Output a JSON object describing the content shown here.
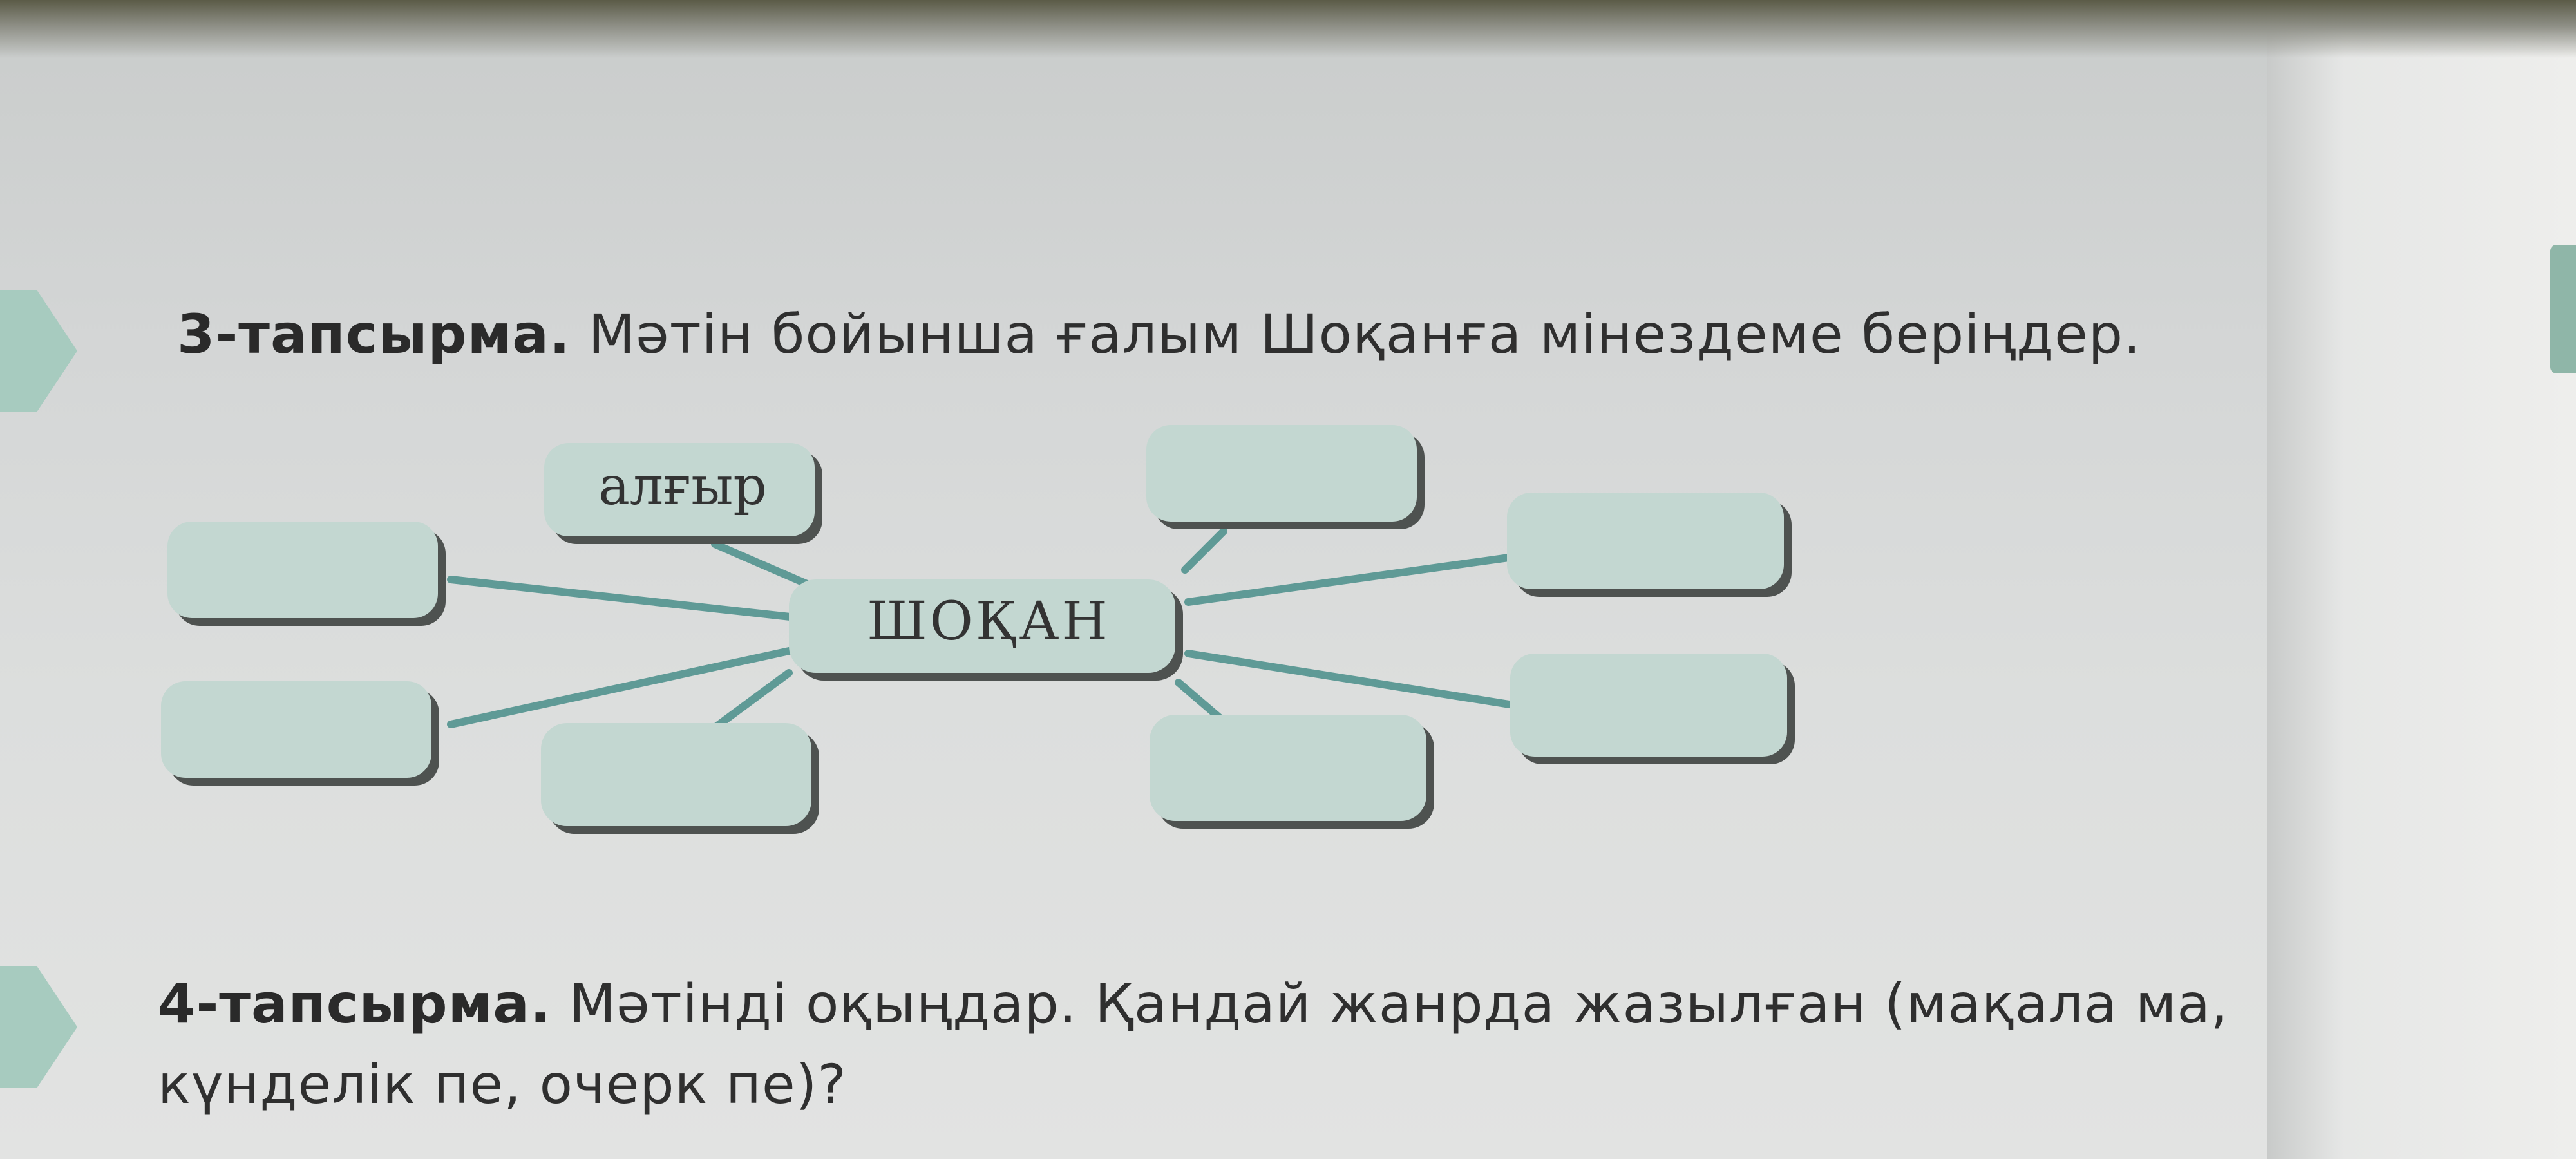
{
  "task3": {
    "number": "3-тапсырма.",
    "text": "Мәтін бойынша ғалым Шоқанға мінездеме беріңдер."
  },
  "diagram": {
    "center": "ШОҚАН",
    "filled_node": "алғыр"
  },
  "task4": {
    "number": "4-тапсырма.",
    "line1": "Мәтінді оқыңдар. Қандай жанрда жазылған (мақала ма,",
    "line2": "күнделік пе, очерк пе)?"
  },
  "colors": {
    "node_fill": "#c3d7d1",
    "node_shadow": "#4e5250",
    "line": "#5f9a96",
    "marker": "#a7cbbf"
  }
}
